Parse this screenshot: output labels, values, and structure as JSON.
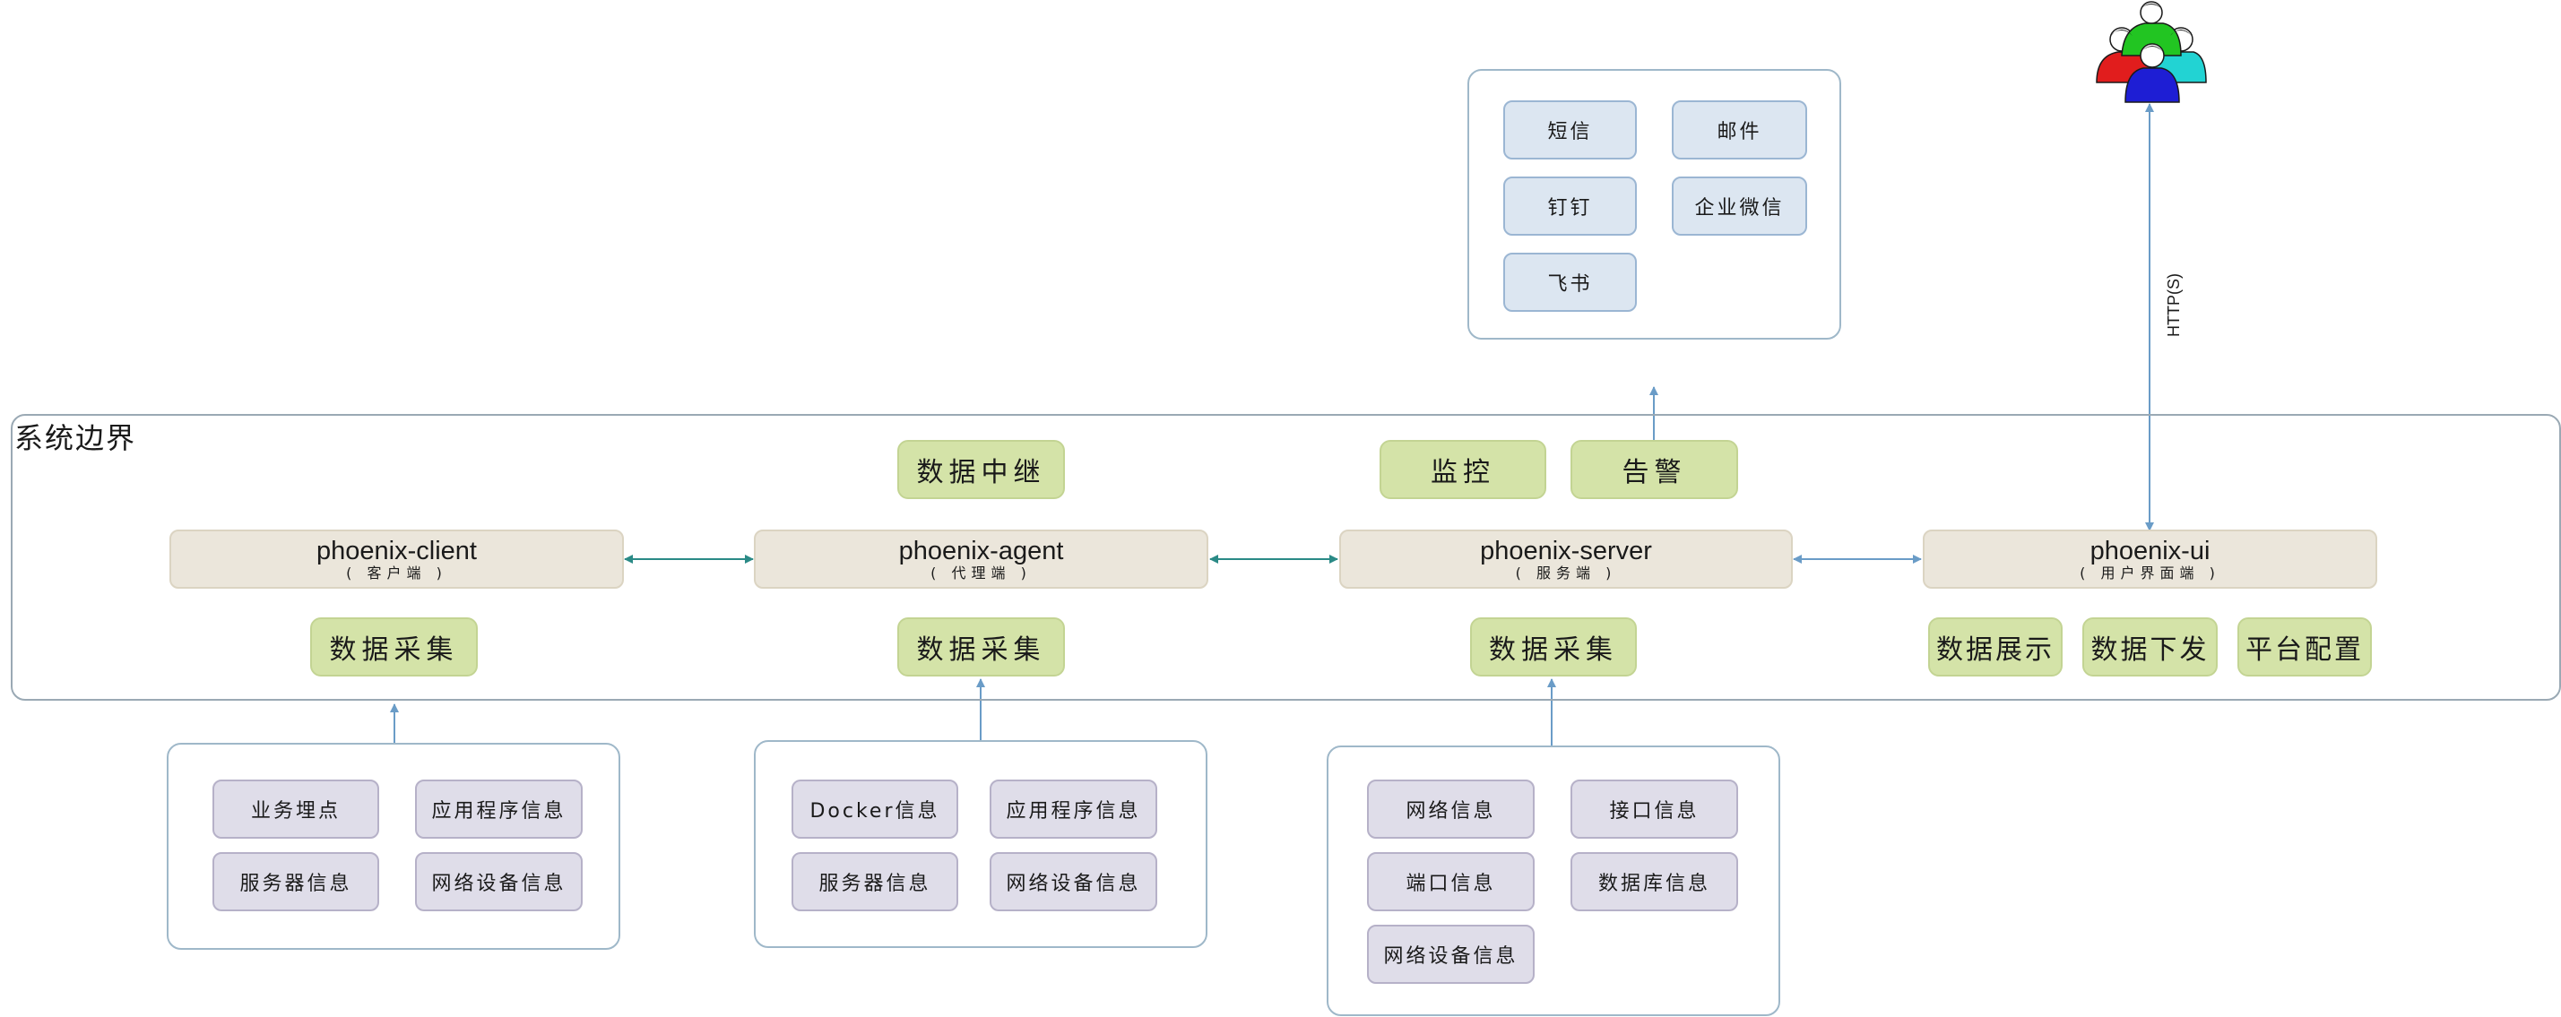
{
  "system_boundary": {
    "label": "系统边界"
  },
  "components": {
    "client": {
      "name": "phoenix-client",
      "sub": "( 客户端 )"
    },
    "agent": {
      "name": "phoenix-agent",
      "sub": "( 代理端 )"
    },
    "server": {
      "name": "phoenix-server",
      "sub": "( 服务端 )"
    },
    "ui": {
      "name": "phoenix-ui",
      "sub": "( 用户界面端 )"
    }
  },
  "capabilities": {
    "agent_top": "数据中继",
    "server_monitor": "监控",
    "server_alert": "告警",
    "client_collect": "数据采集",
    "agent_collect": "数据采集",
    "server_collect": "数据采集",
    "ui_display": "数据展示",
    "ui_dispatch": "数据下发",
    "ui_config": "平台配置"
  },
  "alert_channels": [
    "短信",
    "邮件",
    "钉钉",
    "企业微信",
    "飞书"
  ],
  "client_sources": [
    "业务埋点",
    "应用程序信息",
    "服务器信息",
    "网络设备信息"
  ],
  "agent_sources": [
    "Docker信息",
    "应用程序信息",
    "服务器信息",
    "网络设备信息"
  ],
  "server_sources": [
    "网络信息",
    "接口信息",
    "端口信息",
    "数据库信息",
    "网络设备信息"
  ],
  "http_label": "HTTP(S)",
  "users": {
    "icon": "users-group-icon"
  },
  "colors": {
    "component": "#ebe6db",
    "capability": "#d4e3a8",
    "channel": "#dce6f1",
    "source": "#dfdde9",
    "connector_teal": "#2a8a86",
    "connector_blue": "#6a9cc7"
  }
}
